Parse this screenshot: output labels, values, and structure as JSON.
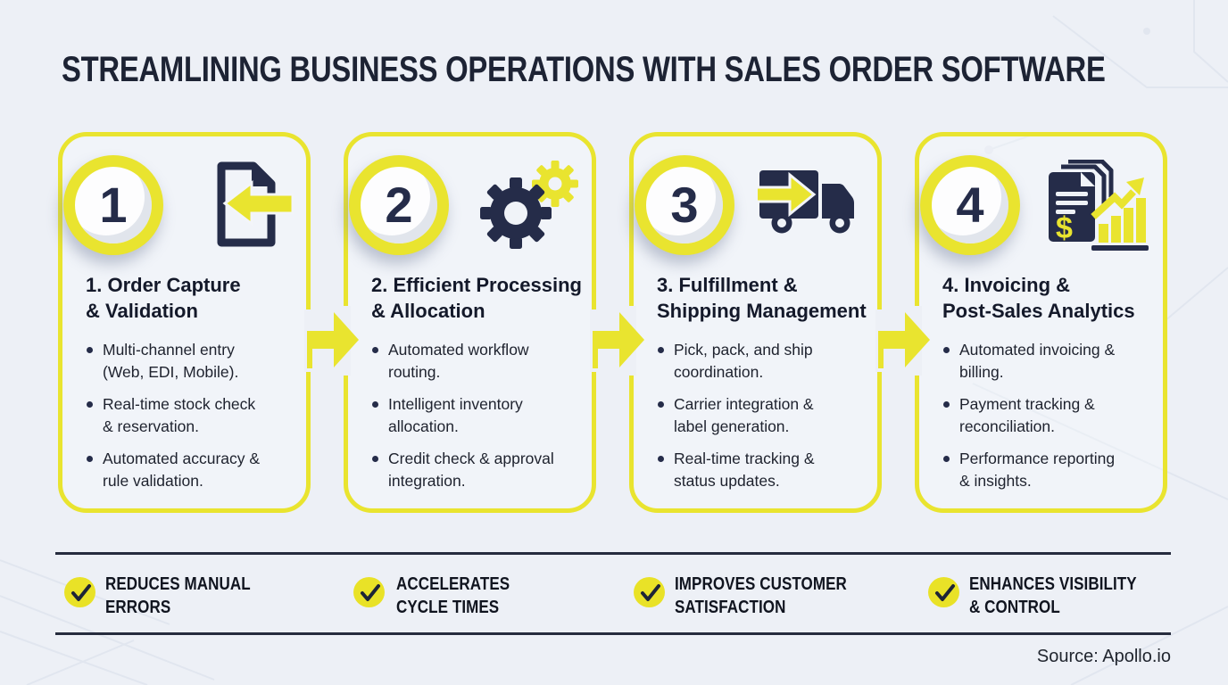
{
  "title": "STREAMLINING BUSINESS OPERATIONS WITH SALES ORDER SOFTWARE",
  "steps": [
    {
      "number": "1",
      "icon": "document-import-icon",
      "title": "1. Order Capture\n& Validation",
      "bullets": [
        "Multi-channel entry\n(Web, EDI, Mobile).",
        "Real-time stock check\n& reservation.",
        "Automated accuracy &\nrule validation."
      ]
    },
    {
      "number": "2",
      "icon": "gears-icon",
      "title": "2. Efficient Processing\n& Allocation",
      "bullets": [
        "Automated workflow\nrouting.",
        "Intelligent inventory\nallocation.",
        "Credit check & approval\nintegration."
      ]
    },
    {
      "number": "3",
      "icon": "shipping-truck-icon",
      "title": "3. Fulfillment &\nShipping Management",
      "bullets": [
        "Pick, pack, and ship\ncoordination.",
        "Carrier integration &\nlabel generation.",
        "Real-time tracking &\nstatus updates."
      ]
    },
    {
      "number": "4",
      "icon": "invoice-analytics-icon",
      "title": "4. Invoicing &\nPost-Sales Analytics",
      "bullets": [
        "Automated invoicing &\nbilling.",
        "Payment tracking &\nreconciliation.",
        "Performance reporting\n& insights."
      ]
    }
  ],
  "benefits": [
    {
      "icon": "checkmark-icon",
      "label": "REDUCES MANUAL\nERRORS"
    },
    {
      "icon": "checkmark-icon",
      "label": "ACCELERATES\nCYCLE TIMES"
    },
    {
      "icon": "checkmark-icon",
      "label": "IMPROVES CUSTOMER\nSATISFACTION"
    },
    {
      "icon": "checkmark-icon",
      "label": "ENHANCES VISIBILITY\n& CONTROL"
    }
  ],
  "source": "Source: Apollo.io",
  "colors": {
    "yellow": "#e9e42f",
    "navy": "#252c49",
    "ink": "#14192a",
    "background": "#edf0f6",
    "line": "#262c3e"
  }
}
